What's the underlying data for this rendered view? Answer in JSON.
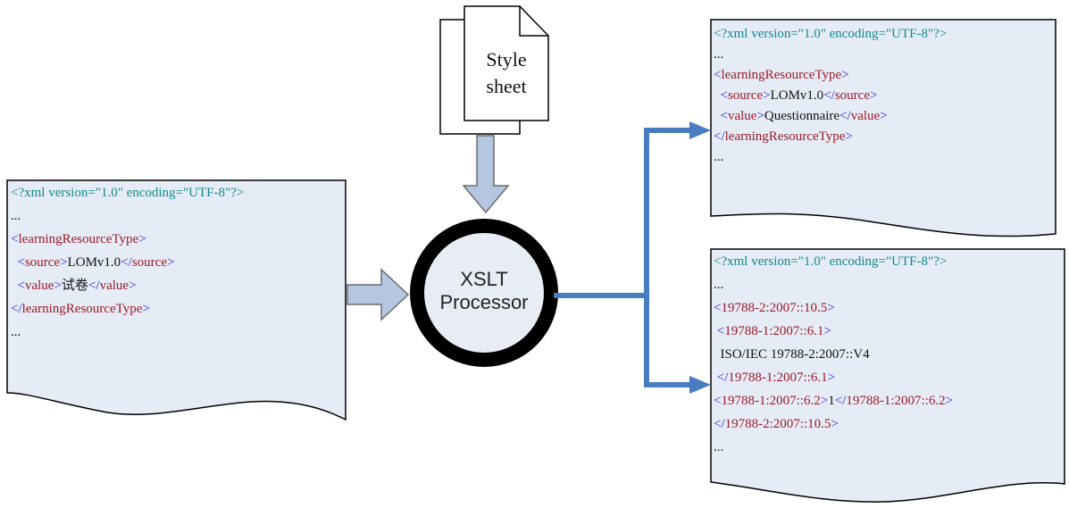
{
  "stylesheet": {
    "line1": "Style",
    "line2": "sheet"
  },
  "processor": {
    "line1": "XSLT",
    "line2": "Processor"
  },
  "colors": {
    "doc_fill": "#e6ecf6",
    "arrow_fill": "#b4c6e0",
    "arrow_stroke": "#6c6c6c",
    "connector": "#4a7cc0",
    "ring": "#000000",
    "teal_text": "#138a8a",
    "blue_tag": "#2a2ae0",
    "red_tag": "#9a1b28"
  },
  "input_doc": [
    [
      {
        "c": "teal",
        "t": "<?xml version=\"1.0\" encoding=\"UTF-8\"?>"
      }
    ],
    [
      {
        "c": "black",
        "t": "..."
      }
    ],
    [
      {
        "c": "blue",
        "t": "<"
      },
      {
        "c": "red",
        "t": "learningResourceType"
      },
      {
        "c": "blue",
        "t": ">"
      }
    ],
    [
      {
        "c": "blue",
        "t": "  <"
      },
      {
        "c": "red",
        "t": "source"
      },
      {
        "c": "blue",
        "t": ">"
      },
      {
        "c": "black",
        "t": "LOMv1.0"
      },
      {
        "c": "blue",
        "t": "</"
      },
      {
        "c": "red",
        "t": "source"
      },
      {
        "c": "blue",
        "t": ">"
      }
    ],
    [
      {
        "c": "blue",
        "t": "  <"
      },
      {
        "c": "red",
        "t": "value"
      },
      {
        "c": "blue",
        "t": ">"
      },
      {
        "c": "black",
        "t": "试卷"
      },
      {
        "c": "blue",
        "t": "</"
      },
      {
        "c": "red",
        "t": "value"
      },
      {
        "c": "blue",
        "t": ">"
      }
    ],
    [
      {
        "c": "blue",
        "t": "</"
      },
      {
        "c": "red",
        "t": "learningResourceType"
      },
      {
        "c": "blue",
        "t": ">"
      }
    ],
    [
      {
        "c": "black",
        "t": "..."
      }
    ]
  ],
  "output_doc_1": [
    [
      {
        "c": "teal",
        "t": "<?xml version=\"1.0\" encoding=\"UTF-8\"?>"
      }
    ],
    [
      {
        "c": "black",
        "t": "..."
      }
    ],
    [
      {
        "c": "blue",
        "t": "<"
      },
      {
        "c": "red",
        "t": "learningResourceType"
      },
      {
        "c": "blue",
        "t": ">"
      }
    ],
    [
      {
        "c": "blue",
        "t": "  <"
      },
      {
        "c": "red",
        "t": "source"
      },
      {
        "c": "blue",
        "t": ">"
      },
      {
        "c": "black",
        "t": "LOMv1.0"
      },
      {
        "c": "blue",
        "t": "</"
      },
      {
        "c": "red",
        "t": "source"
      },
      {
        "c": "blue",
        "t": ">"
      }
    ],
    [
      {
        "c": "blue",
        "t": "  <"
      },
      {
        "c": "red",
        "t": "value"
      },
      {
        "c": "blue",
        "t": ">"
      },
      {
        "c": "black",
        "t": "Questionnaire"
      },
      {
        "c": "blue",
        "t": "</"
      },
      {
        "c": "red",
        "t": "value"
      },
      {
        "c": "blue",
        "t": ">"
      }
    ],
    [
      {
        "c": "blue",
        "t": "</"
      },
      {
        "c": "red",
        "t": "learningResourceType"
      },
      {
        "c": "blue",
        "t": ">"
      }
    ],
    [
      {
        "c": "black",
        "t": "..."
      }
    ]
  ],
  "output_doc_2": [
    [
      {
        "c": "teal",
        "t": "<?xml version=\"1.0\" encoding=\"UTF-8\"?>"
      }
    ],
    [
      {
        "c": "black",
        "t": "..."
      }
    ],
    [
      {
        "c": "blue",
        "t": "<"
      },
      {
        "c": "red",
        "t": "19788-2:2007::10.5"
      },
      {
        "c": "blue",
        "t": ">"
      }
    ],
    [
      {
        "c": "blue",
        "t": " <"
      },
      {
        "c": "red",
        "t": "19788-1:2007::6.1"
      },
      {
        "c": "blue",
        "t": ">"
      }
    ],
    [
      {
        "c": "black",
        "t": "  ISO/IEC 19788-2:2007::V4"
      }
    ],
    [
      {
        "c": "blue",
        "t": " </"
      },
      {
        "c": "red",
        "t": "19788-1:2007::6.1"
      },
      {
        "c": "blue",
        "t": ">"
      }
    ],
    [
      {
        "c": "blue",
        "t": "<"
      },
      {
        "c": "red",
        "t": "19788-1:2007::6.2"
      },
      {
        "c": "blue",
        "t": ">"
      },
      {
        "c": "black",
        "t": "1"
      },
      {
        "c": "blue",
        "t": "</"
      },
      {
        "c": "red",
        "t": "19788-1:2007::6.2"
      },
      {
        "c": "blue",
        "t": ">"
      }
    ],
    [
      {
        "c": "blue",
        "t": "</"
      },
      {
        "c": "red",
        "t": "19788-2:2007::10.5"
      },
      {
        "c": "blue",
        "t": ">"
      }
    ],
    [
      {
        "c": "black",
        "t": "..."
      }
    ]
  ]
}
